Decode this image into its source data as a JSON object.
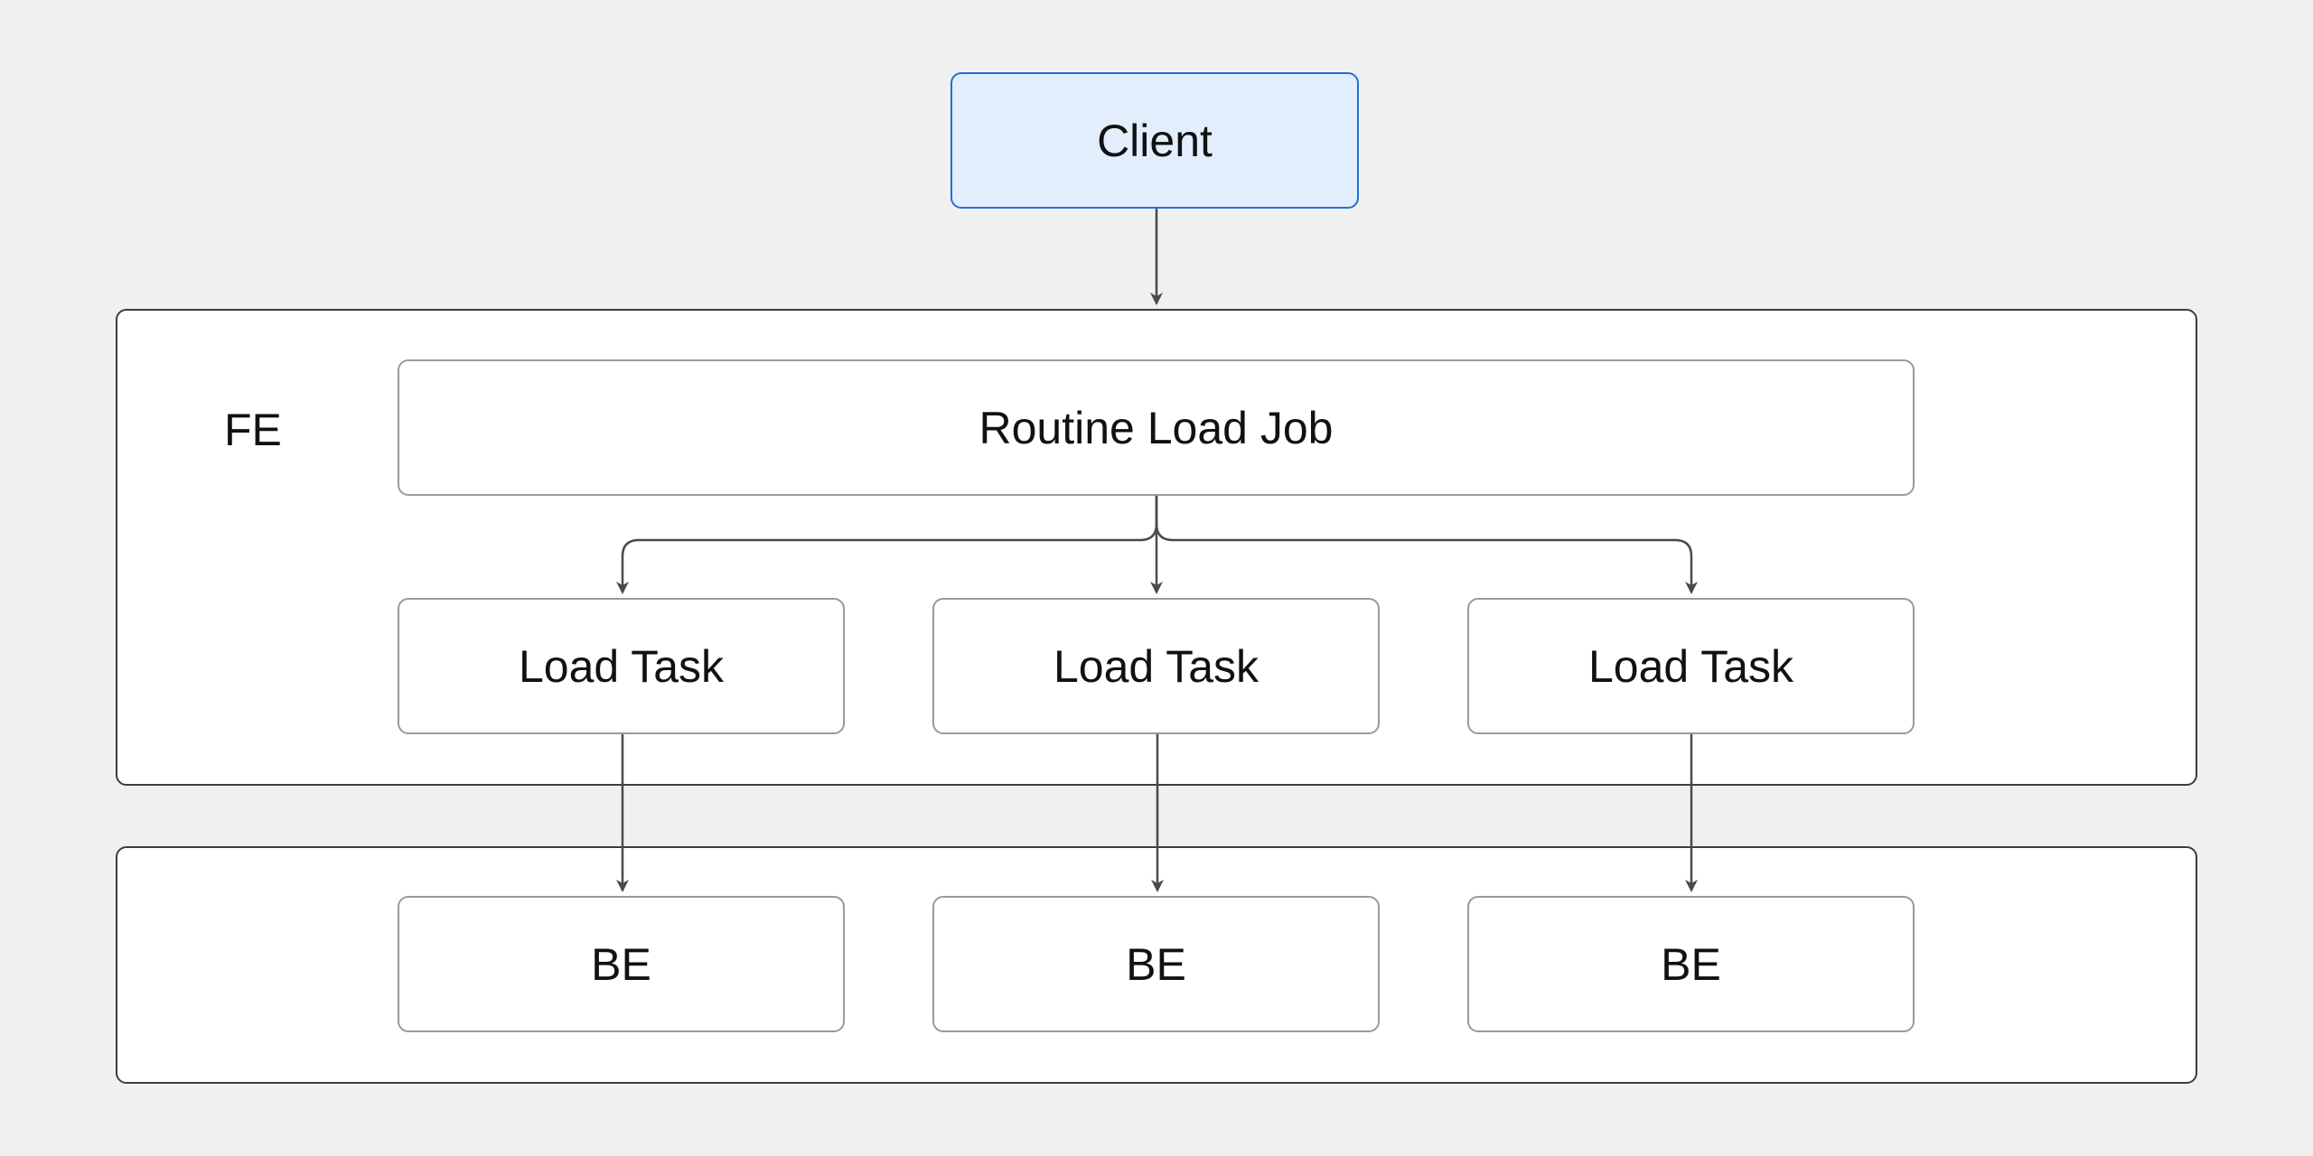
{
  "colors": {
    "background": "#f0f0f0",
    "client_fill": "#e3eefc",
    "client_border": "#1f6fd6",
    "node_border": "#9a9a9a",
    "container_border": "#3c3c3c",
    "edge": "#4a4a4a"
  },
  "client": {
    "label": "Client"
  },
  "fe": {
    "label": "FE",
    "job": {
      "label": "Routine Load Job"
    },
    "tasks": [
      {
        "label": "Load Task"
      },
      {
        "label": "Load Task"
      },
      {
        "label": "Load Task"
      }
    ]
  },
  "be": {
    "nodes": [
      {
        "label": "BE"
      },
      {
        "label": "BE"
      },
      {
        "label": "BE"
      }
    ]
  }
}
